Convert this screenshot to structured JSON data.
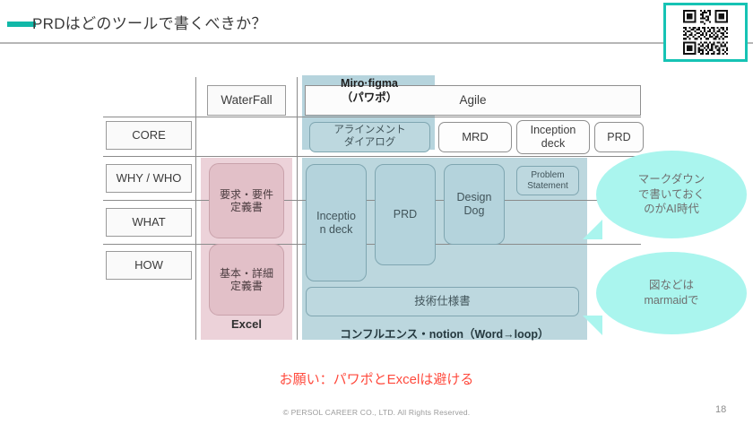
{
  "header": {
    "title": "PRDはどのツールで書くべきか？",
    "dash_color": "#11b8a8",
    "qr_label": "qr-code"
  },
  "matrix": {
    "row_labels": [
      "CORE",
      "WHY / WHO",
      "WHAT",
      "HOW"
    ],
    "method_columns": [
      {
        "label": "WaterFall"
      },
      {
        "label": "Agile"
      }
    ],
    "tool_bands": [
      {
        "label": "Excel",
        "color": "#ecd2d9"
      },
      {
        "label": "コンフルエンス・notion（Word→loop）",
        "color": "#bcd7de"
      },
      {
        "label": "Miro·figma\n（パワポ）",
        "color": "#b6d4dd"
      }
    ],
    "miro_label_line1": "Miro·figma",
    "miro_label_line2": "（パワポ）",
    "waterfall_docs": [
      {
        "label": "要求・要件\n定義書",
        "line1": "要求・要件",
        "line2": "定義書"
      },
      {
        "label": "基本・詳細\n定義書",
        "line1": "基本・詳細",
        "line2": "定義書"
      }
    ],
    "agile_core_docs": [
      {
        "label": "アラインメント\nダイアログ",
        "line1": "アラインメント",
        "line2": "ダイアログ",
        "style": "blue"
      },
      {
        "label": "MRD",
        "style": "white"
      },
      {
        "label": "Inception\ndeck",
        "line1": "Inception",
        "line2": "deck",
        "style": "white"
      },
      {
        "label": "PRD",
        "style": "white"
      }
    ],
    "agile_docs": [
      {
        "label": "Inceptio\nn deck",
        "line1": "Inceptio",
        "line2": "n deck"
      },
      {
        "label": "PRD"
      },
      {
        "label": "Design\nDog",
        "line1": "Design",
        "line2": "Dog"
      },
      {
        "label": "Problem\nStatement",
        "line1": "Problem",
        "line2": "Statement"
      },
      {
        "label": "技術仕様書"
      }
    ]
  },
  "balloons": [
    {
      "line1": "マークダウン",
      "line2": "で書いておく",
      "line3": "のがAI時代",
      "color": "#aaf5ee"
    },
    {
      "line1": "図などは",
      "line2": "marmaidで",
      "color": "#aaf5ee"
    }
  ],
  "footnote": "お願い：パワポとExcelは避ける",
  "footnote_color": "#ff4a3d",
  "copyright": "© PERSOL CAREER CO., LTD. All Rights Reserved.",
  "page_number": "18"
}
